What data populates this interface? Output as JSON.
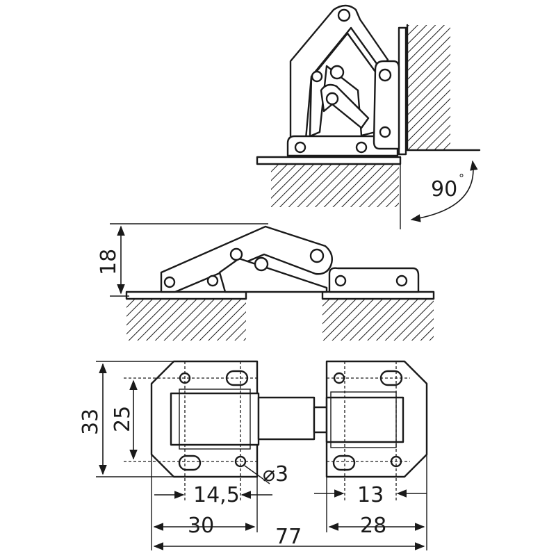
{
  "labels": {
    "angle": "90",
    "degree": "°",
    "height": "18",
    "plate_height": "33",
    "hole_spacing": "25",
    "hole_offset_left": "14,5",
    "hole_offset_right": "13",
    "hole_diameter": "⌀3",
    "left_width": "30",
    "total_width": "77",
    "right_width": "28"
  }
}
